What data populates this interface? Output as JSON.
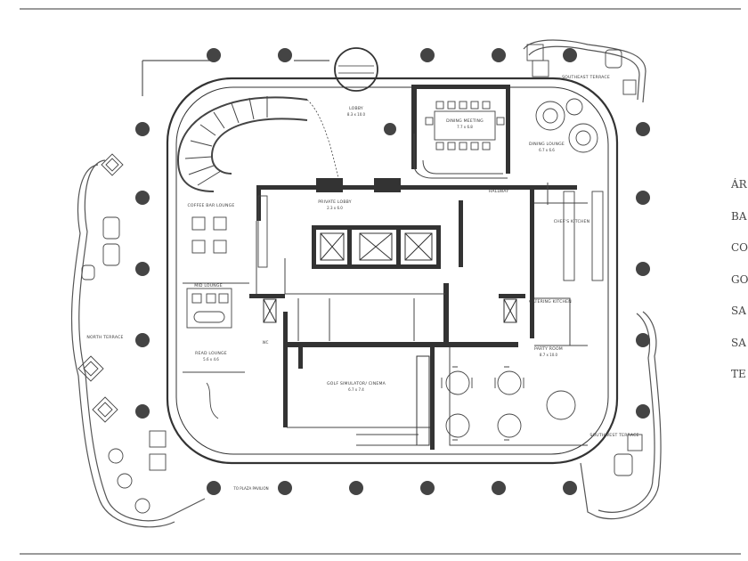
{
  "plan": {
    "rooms": {
      "lobby": {
        "name": "LOBBY",
        "size": "8.3 x 10.0"
      },
      "dining": {
        "name": "DINING MEETING",
        "size": "7.7 x 6.8"
      },
      "dining_lounge": {
        "name": "DINING LOUNGE",
        "size": "6.7 x 6.6"
      },
      "private_lobby": {
        "name": "PRIVATE LOBBY",
        "size": "2.3 x 6.0"
      },
      "hallway": {
        "name": "HALLWAY"
      },
      "coffee_bar": {
        "name": "COFFEE BAR LOUNGE"
      },
      "chef_kitchen": {
        "name": "CHEF'S KITCHEN"
      },
      "catering_kitchen": {
        "name": "CATERING KITCHEN"
      },
      "mid_lounge": {
        "name": "MID LOUNGE"
      },
      "read_lounge": {
        "name": "READ LOUNGE",
        "size": "5.6 x 4.6"
      },
      "golf_cinema": {
        "name": "GOLF SIMULATOR/ CINEMA",
        "size": "6.7 x 7.4"
      },
      "party_room": {
        "name": "PARTY ROOM",
        "size": "8.7 x 10.0"
      },
      "wc": {
        "name": "WC"
      }
    },
    "terraces": {
      "north": "NORTH TERRACE",
      "southeast": "SOUTHEAST TERRACE",
      "southwest": "SOUTHWEST TERRACE",
      "bottom": "TO PLAZA PAVILION"
    }
  },
  "legend": {
    "items": [
      "ÁR",
      "BA",
      "CO",
      "GO",
      "SA",
      "SA",
      "TE"
    ]
  }
}
